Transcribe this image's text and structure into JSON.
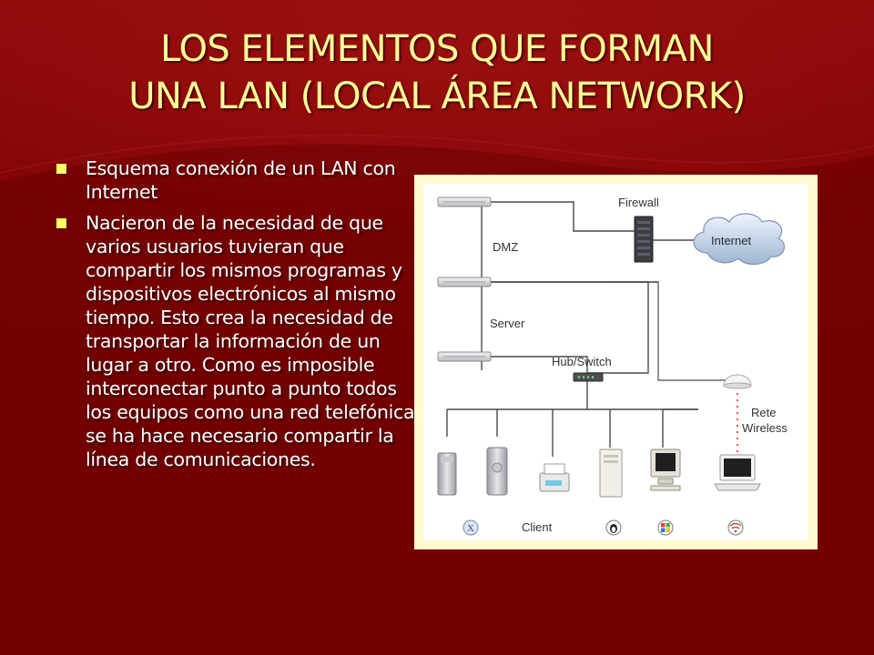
{
  "slide": {
    "title_line1": "LOS ELEMENTOS QUE FORMAN",
    "title_line2": "UNA LAN (LOCAL ÁREA NETWORK)",
    "bullets": [
      "Esquema conexión de un LAN con Internet",
      "Nacieron de la necesidad de que varios usuarios tuvieran que compartir los mismos programas y dispositivos electrónicos al mismo tiempo. Esto crea la necesidad de transportar la información de un lugar a otro. Como es imposible interconectar punto a punto todos los equipos como una red telefónica, se ha hace necesario compartir la línea de comunicaciones."
    ],
    "colors": {
      "background": "#7a0000",
      "title": "#ffff99",
      "bullet_text": "#ffffff",
      "bullet_marker": "#ffff66",
      "diagram_frame": "#fdfbd0"
    }
  },
  "diagram": {
    "labels": {
      "firewall": "Firewall",
      "internet": "Internet",
      "dmz": "DMZ",
      "server": "Server",
      "hub_switch": "Hub/Switch",
      "rete": "Rete",
      "wireless": "Wireless",
      "client": "Client"
    },
    "nodes": [
      "rack-server-dmz-1",
      "rack-server-dmz-2",
      "rack-server-3",
      "firewall",
      "internet-cloud",
      "hub-switch",
      "wireless-access-point",
      "client-mac-pro",
      "client-power-mac",
      "client-printer",
      "client-pc-tower",
      "client-crt-monitor",
      "client-laptop"
    ],
    "os_icons": [
      "mac-os-x-icon",
      "linux-tux-icon",
      "windows-logo-icon",
      "wifi-icon"
    ]
  }
}
